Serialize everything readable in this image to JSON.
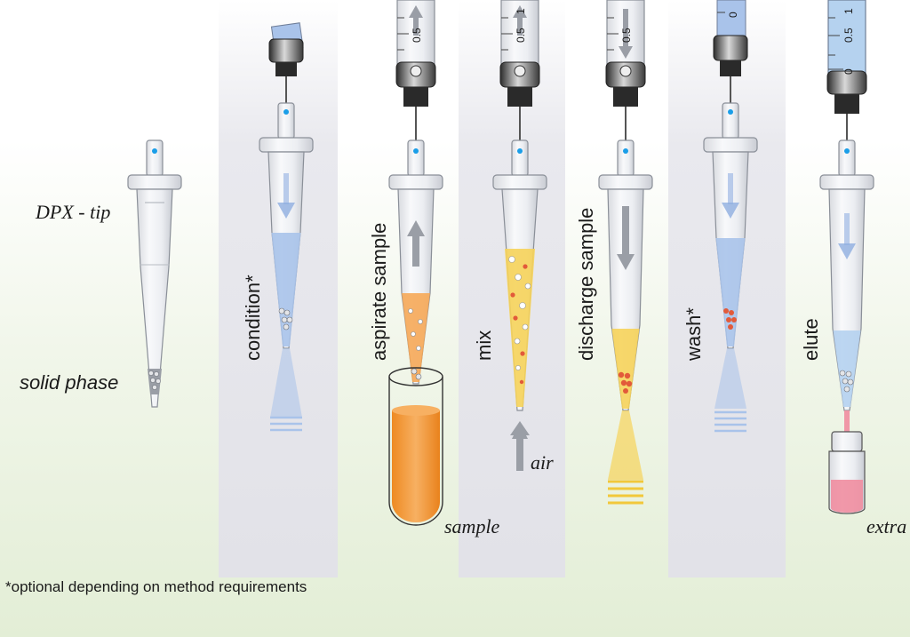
{
  "labels": {
    "dpx_tip": "DPX - tip",
    "solid_phase": "solid phase",
    "air": "air",
    "sample": "sample",
    "extract": "extra"
  },
  "steps": [
    {
      "id": "dpx",
      "label": ""
    },
    {
      "id": "condition",
      "label": "condition*"
    },
    {
      "id": "aspirate",
      "label": "aspirate sample"
    },
    {
      "id": "mix",
      "label": "mix"
    },
    {
      "id": "discharge",
      "label": "discharge sample"
    },
    {
      "id": "wash",
      "label": "wash*"
    },
    {
      "id": "elute",
      "label": "elute"
    }
  ],
  "syringe_scale": {
    "tick_half": "0.5",
    "tick_one": "1",
    "tick_zero": "0"
  },
  "footnote": "*optional depending on method requirements",
  "colors": {
    "solvent_blue": "#a9c3ea",
    "sample_orange": "#f29a38",
    "mix_yellow": "#f6d35a",
    "elute_pink": "#f08da0",
    "band_gray": "#e6e6ea",
    "background_green": "#e7f0dc"
  }
}
